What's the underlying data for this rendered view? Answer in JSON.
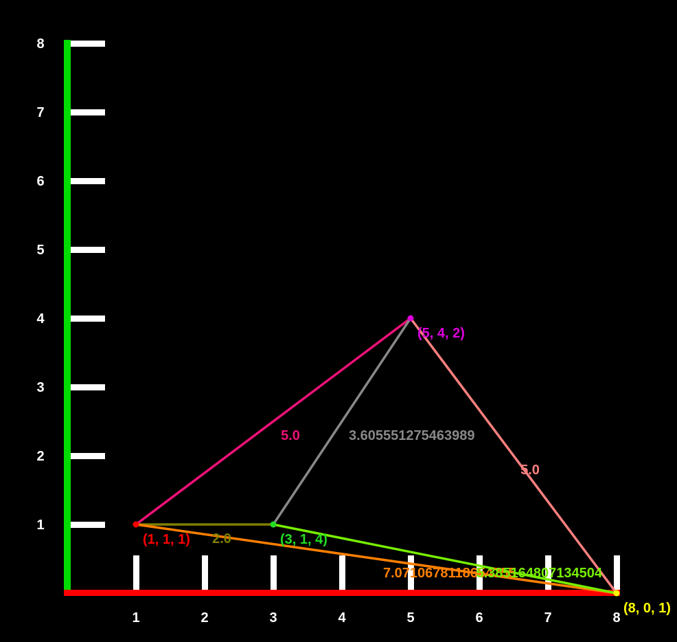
{
  "axis_colors": {
    "x": "#ff0000",
    "y": "#00dd00",
    "ticks": "#ffffff",
    "tick_labels": "#ffffff"
  },
  "x_ticks": [
    "1",
    "2",
    "3",
    "4",
    "5",
    "6",
    "7",
    "8"
  ],
  "y_ticks": [
    "1",
    "2",
    "3",
    "4",
    "5",
    "6",
    "7",
    "8"
  ],
  "points": [
    {
      "label": "(1, 1, 1)",
      "x": 1,
      "y": 1,
      "color": "#ff0000"
    },
    {
      "label": "(3, 1, 4)",
      "x": 3,
      "y": 1,
      "color": "#22dd22"
    },
    {
      "label": "(5, 4, 2)",
      "x": 5,
      "y": 4,
      "color": "#dd00dd"
    },
    {
      "label": "(8, 0, 1)",
      "x": 8,
      "y": 0,
      "color": "#ffff00"
    }
  ],
  "edges": [
    {
      "from": 0,
      "to": 2,
      "label": "5.0",
      "color": "#ee1177"
    },
    {
      "from": 1,
      "to": 2,
      "label": "3.605551275463989",
      "color": "#888888"
    },
    {
      "from": 2,
      "to": 3,
      "label": "5.0",
      "color": "#ff8080"
    },
    {
      "from": 0,
      "to": 1,
      "label": "2.0",
      "color": "#808000"
    },
    {
      "from": 0,
      "to": 3,
      "label": "7.0710678118654755",
      "color": "#ff7f00"
    },
    {
      "from": 1,
      "to": 3,
      "label": "5.385164807134504",
      "color": "#77ee00"
    }
  ]
}
